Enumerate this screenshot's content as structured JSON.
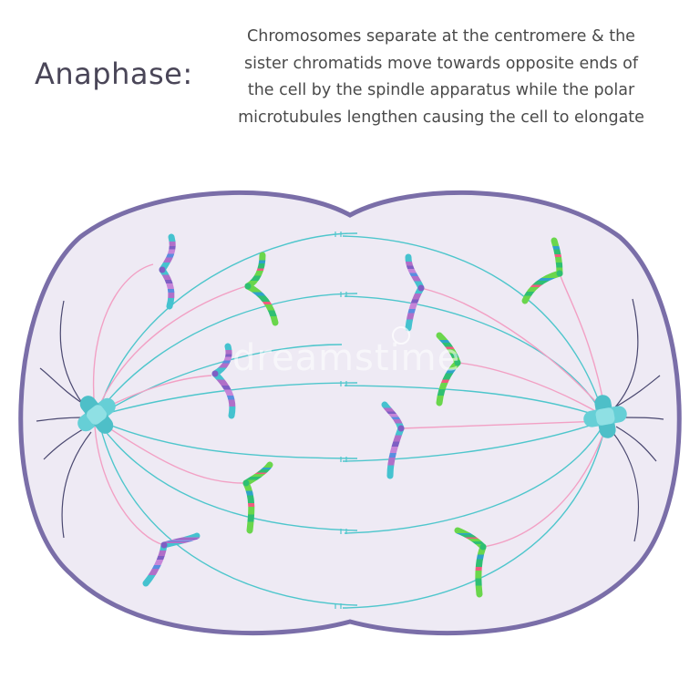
{
  "title": "Anaphase:",
  "description_lines": [
    "Chromosomes separate at the centromere & the",
    "sister chromatids move towards opposite ends of",
    "the cell by the spindle apparatus while the polar",
    "microtubules lengthen causing the cell to elongate"
  ],
  "watermark": "dreamstime",
  "colors": {
    "cell_fill": "#eeeaf4",
    "cell_outline": "#7a6ea8",
    "polar_microtubule": "#4ec6cc",
    "kinetochore_microtubule": "#f2a0c4",
    "aster": "#4a4870",
    "centrosome": "#66cfd6",
    "chromosome_purple_set": [
      "#b06fc8",
      "#7e5fc4",
      "#5a8de0",
      "#45c2cf"
    ],
    "chromosome_green_set": [
      "#6ad64c",
      "#2fbf73",
      "#2fa3c8",
      "#ef5d7e"
    ]
  },
  "icons": {
    "centrosome_left": "centrosome-icon",
    "centrosome_right": "centrosome-icon",
    "chromosome": "chromatid-icon"
  }
}
